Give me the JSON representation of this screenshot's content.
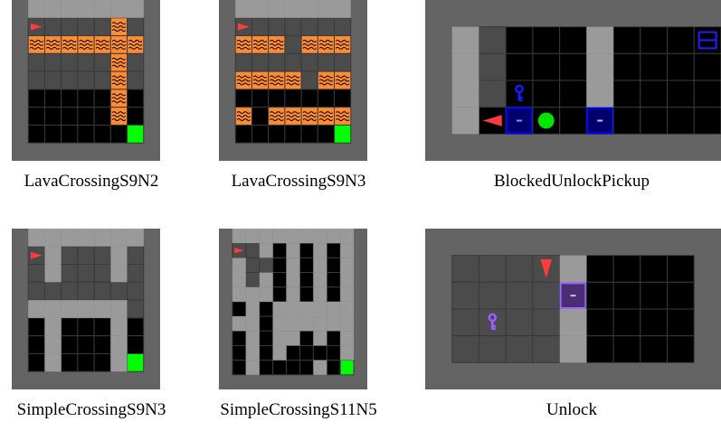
{
  "panels": [
    {
      "caption": "LavaCrossingS9N2",
      "cols": 9,
      "rows": 9,
      "rowmap": [
        "WWWWWWWWW",
        "WAFFFFLFW",
        "WLLLLLLLW",
        "WFFFFFLFW",
        "WFFFFFLFW",
        "WDDDDDLDW",
        "WDDDDDLDW",
        "WDDDDDDGW",
        "WWWWWWWWW"
      ],
      "agent_dir": "right"
    },
    {
      "caption": "LavaCrossingS9N3",
      "cols": 9,
      "rows": 9,
      "rowmap": [
        "WWWWWWWWW",
        "WAFFFFFFW",
        "WLLLFLLLW",
        "WFFFFFFFW",
        "WLLLLFLLW",
        "WDDDDDDDW",
        "WLDLLLLLW",
        "WDDDDDDGW",
        "WWWWWWWWW"
      ],
      "agent_dir": "right"
    },
    {
      "caption": "BlockedUnlockPickup",
      "cols": 11,
      "rows": 6,
      "rowmap": [
        "WWWWWWWWWWW",
        "WWFDDDWDDDC",
        "WWFDDDWDDDD",
        "WWFKDDWDDDD",
        "WWABODdDDDD",
        "WWWWWWWWWWW"
      ],
      "agent_dir": "left",
      "key_color": "#1a1aff",
      "door_color": "#0000ff",
      "box_color": "#1f1fff",
      "ball_color": "#00e600"
    },
    {
      "caption": "SimpleCrossingS9N3",
      "cols": 9,
      "rows": 9,
      "rowmap": [
        "WWWWWWWWW",
        "WAWFFFWFW",
        "WFWFFFWFW",
        "WFFFFFFFW",
        "WWWWWWWFW",
        "WDWDDDWDW",
        "WDWDDDWDW",
        "WDWDDDWGW",
        "WWWWWWWWW"
      ],
      "agent_dir": "right"
    },
    {
      "caption": "SimpleCrossingS11N5",
      "cols": 11,
      "rows": 11,
      "rowmap": [
        "WWWWWWWWWWW",
        "WAFWDWDWDWW",
        "WWFFDWDWDWW",
        "WWFWDWDWDWW",
        "WWWWDWDWDWW",
        "WDWDWWWWWWW",
        "WWWDWWWWWWW",
        "WDWDWWDWDWW",
        "WDWDWDDDDWW",
        "WDWDDDDWDGW",
        "WWWWWWWWWWW"
      ],
      "agent_dir": "right"
    },
    {
      "caption": "Unlock",
      "cols": 11,
      "rows": 6,
      "rowmap": [
        "WWWWWWWWWWW",
        "WFFFAWDDDDW",
        "WFFFFdDDDDW",
        "WFKFFWDDDDW",
        "WFFFFWDDDDW",
        "WWWWWWWWWWW"
      ],
      "agent_dir": "down",
      "key_color": "#9b5cff",
      "door_color": "#a066ff"
    }
  ],
  "colors": {
    "wall": "#646464",
    "floor": "#4b4b4b",
    "dark": "#000000",
    "grid_line": "#3a3a3a",
    "lava": "#ff8c33",
    "goal": "#00ff00",
    "agent": "#ff3b3b",
    "highlight_wall": "#9a9a9a"
  }
}
